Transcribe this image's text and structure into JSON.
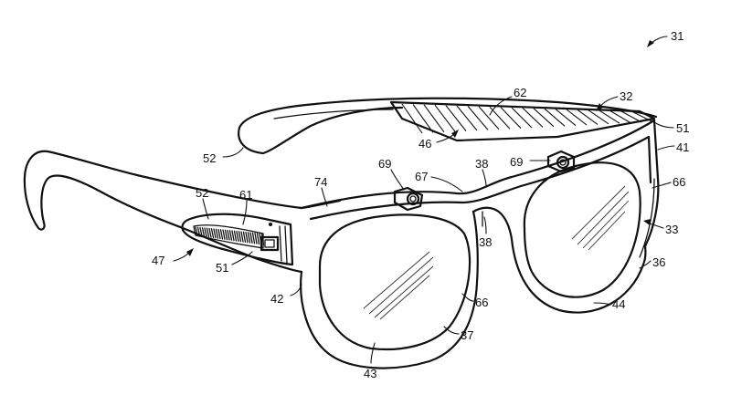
{
  "labels": {
    "n31": "31",
    "n62": "62",
    "n32": "32",
    "n51_top": "51",
    "n41": "41",
    "n52_right": "52",
    "n46": "46",
    "n69_left": "69",
    "n38_top": "38",
    "n69_right": "69",
    "n67": "67",
    "n66_right": "66",
    "n74": "74",
    "n52_left": "52",
    "n61": "61",
    "n33": "33",
    "n38_bridge": "38",
    "n47": "47",
    "n51_left": "51",
    "n36": "36",
    "n42": "42",
    "n66_center": "66",
    "n44": "44",
    "n37": "37",
    "n43": "43"
  }
}
